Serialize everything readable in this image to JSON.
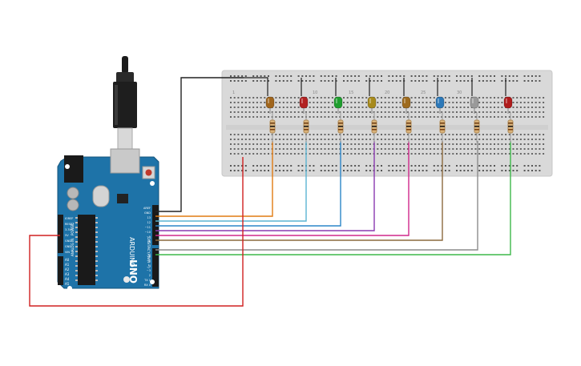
{
  "board": {
    "brand_label": "ARDUINO",
    "model_label": "UNO",
    "digital_label": "DIGITAL (PWM ~)",
    "analog_label": "ANALOG IN",
    "power_label": "POWER",
    "power_pins": [
      "IOREF",
      "RESET",
      "3.3V",
      "5V",
      "GND",
      "GND",
      "VIN"
    ],
    "analog_pins": [
      "A0",
      "A1",
      "A2",
      "A3",
      "A4",
      "A5"
    ],
    "top_header_pins": [
      "AREF",
      "GND",
      "13",
      "12",
      "~11",
      "~10",
      "~9",
      "8"
    ],
    "bottom_header_pins": [
      "7",
      "~6",
      "~5",
      "4",
      "~3",
      "2",
      "TX 1",
      "RX 0"
    ]
  },
  "breadboard": {
    "column_numbers": [
      "1",
      "10",
      "15",
      "20",
      "25",
      "30"
    ]
  },
  "leds": [
    {
      "name": "led-1",
      "color": "#a0651c"
    },
    {
      "name": "led-2",
      "color": "#b22222"
    },
    {
      "name": "led-3",
      "color": "#1f9e2e"
    },
    {
      "name": "led-4",
      "color": "#a78a1c"
    },
    {
      "name": "led-5",
      "color": "#9e6b1e"
    },
    {
      "name": "led-6",
      "color": "#2c78b8"
    },
    {
      "name": "led-7",
      "color": "#9a9a9a"
    },
    {
      "name": "led-8",
      "color": "#b01c1c"
    }
  ],
  "wires": [
    {
      "name": "wire-gnd-black",
      "color": "#222222"
    },
    {
      "name": "wire-pin13-orange",
      "color": "#e07b12"
    },
    {
      "name": "wire-pin12-lightblue",
      "color": "#5ab4d2"
    },
    {
      "name": "wire-pin11-blue",
      "color": "#2b86c8"
    },
    {
      "name": "wire-pin10-purple",
      "color": "#8a3ab0"
    },
    {
      "name": "wire-pin9-magenta",
      "color": "#d0288c"
    },
    {
      "name": "wire-pin8-brown",
      "color": "#8c6a3e"
    },
    {
      "name": "wire-pin7-gray",
      "color": "#8c8c8c"
    },
    {
      "name": "wire-pin6-green",
      "color": "#3db84a"
    },
    {
      "name": "wire-5v-red",
      "color": "#d02020"
    }
  ]
}
